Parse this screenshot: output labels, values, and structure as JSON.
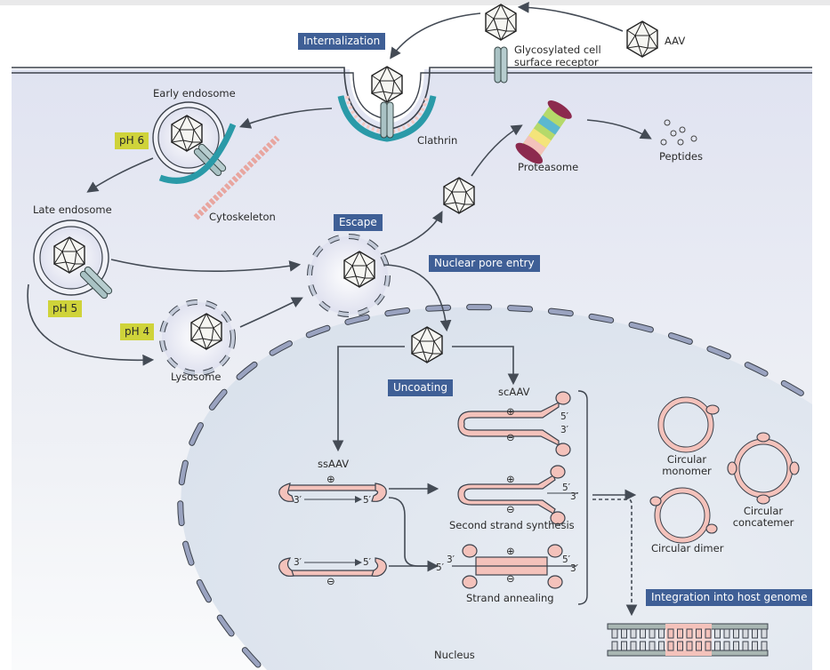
{
  "labels": {
    "aav": "AAV",
    "receptor": "Glycosylated cell\nsurface receptor",
    "receptor_l1": "Glycosylated cell",
    "receptor_l2": "surface receptor",
    "clathrin": "Clathrin",
    "early_endosome": "Early endosome",
    "cytoskeleton": "Cytoskeleton",
    "late_endosome": "Late endosome",
    "lysosome": "Lysosome",
    "proteasome": "Proteasome",
    "peptides": "Peptides",
    "scaav": "scAAV",
    "ssaav": "ssAAV",
    "second_strand": "Second strand synthesis",
    "strand_annealing": "Strand annealing",
    "circ_monomer_l1": "Circular",
    "circ_monomer_l2": "monomer",
    "circ_dimer": "Circular dimer",
    "circ_concat_l1": "Circular",
    "circ_concat_l2": "concatemer",
    "nucleus": "Nucleus",
    "plus": "⊕",
    "minus": "⊖",
    "three_prime": "3′",
    "five_prime": "5′"
  },
  "steps": {
    "internalization": "Internalization",
    "escape": "Escape",
    "nuclear_pore_entry": "Nuclear pore entry",
    "uncoating": "Uncoating",
    "integration": "Integration into host genome"
  },
  "ph": {
    "early": "pH 6",
    "late": "pH 5",
    "lysosome": "pH 4"
  },
  "colors": {
    "step_tag": "#3f5f96",
    "ph_tag": "#cfd33a",
    "dna": "#f4c2bb",
    "cytoplasm": "#e2e5f2",
    "nucleus": "#dfe5ee",
    "envelope": "#9aa3c0",
    "clathrin": "#2a9aa8",
    "receptor": "#a9c2c4"
  }
}
